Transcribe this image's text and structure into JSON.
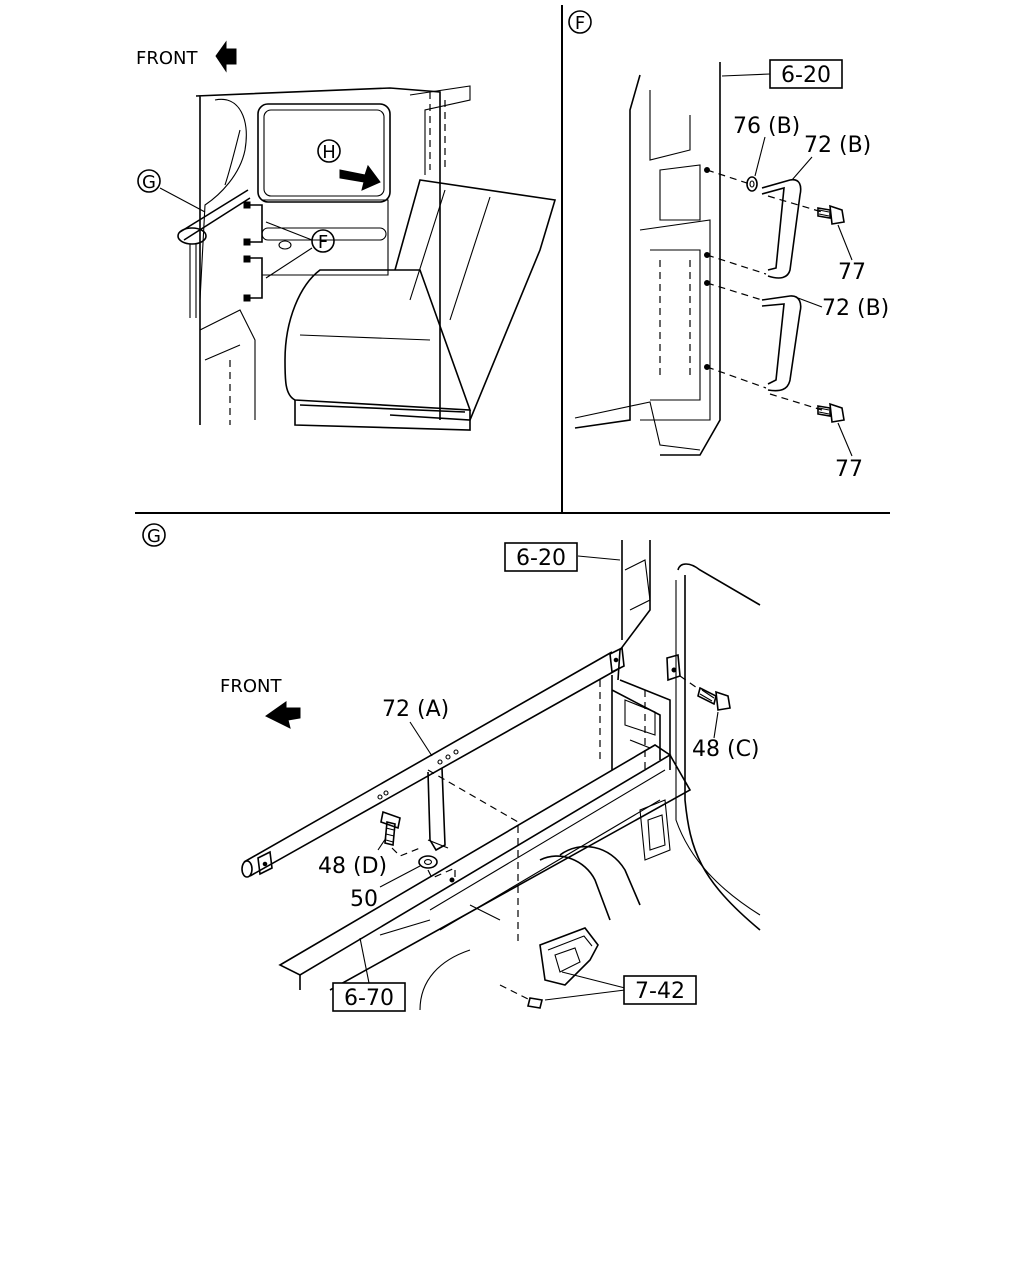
{
  "panels": {
    "main": {
      "front_label": "FRONT",
      "callout_g": "G",
      "callout_h": "H",
      "callout_f": "F"
    },
    "f": {
      "marker": "F",
      "ref_box": "6-20",
      "labels": {
        "washer": "76 (B)",
        "handle_upper": "72 (B)",
        "handle_lower": "72 (B)",
        "bolt_upper": "77",
        "bolt_lower": "77"
      }
    },
    "g": {
      "marker": "G",
      "front_label": "FRONT",
      "ref_pillar": "6-20",
      "ref_floor": "6-70",
      "ref_cover": "7-42",
      "labels": {
        "bar": "72 (A)",
        "bolt_c": "48 (C)",
        "bolt_d": "48 (D)",
        "washer": "50"
      }
    }
  }
}
